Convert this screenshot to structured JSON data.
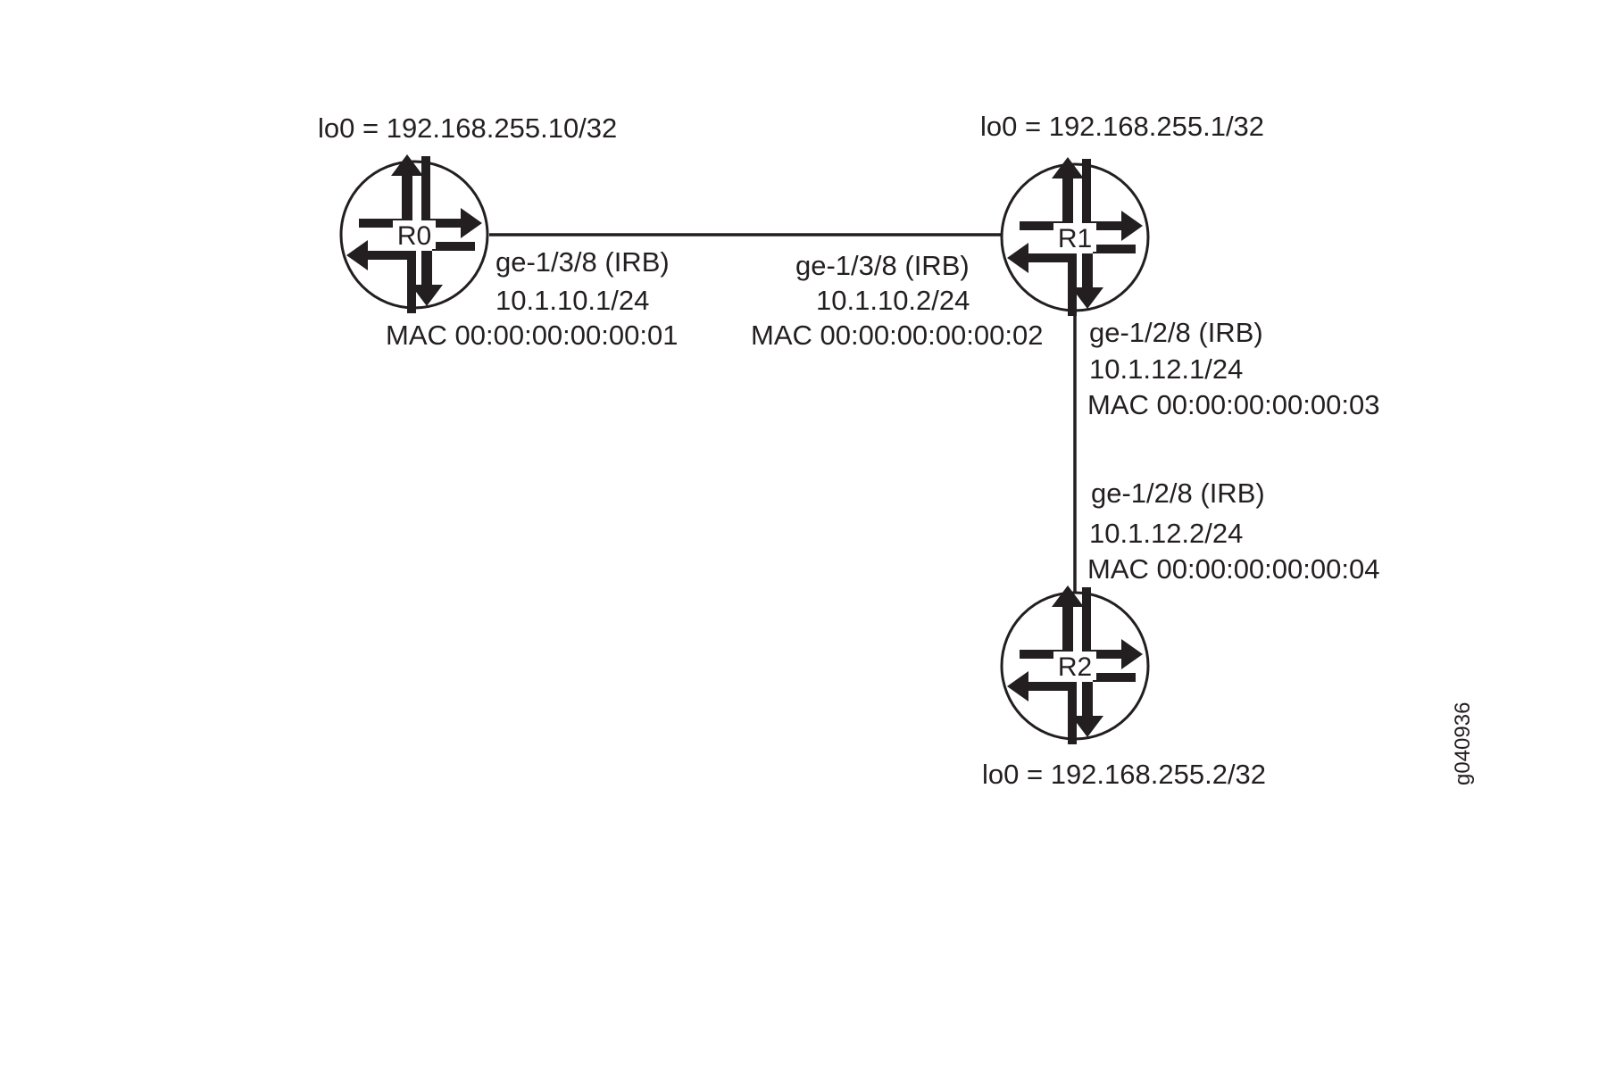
{
  "routers": {
    "r0": {
      "name": "R0",
      "loopback": "lo0 = 192.168.255.10/32"
    },
    "r1": {
      "name": "R1",
      "loopback": "lo0 = 192.168.255.1/32"
    },
    "r2": {
      "name": "R2",
      "loopback": "lo0 = 192.168.255.2/32"
    }
  },
  "links": {
    "r0_r1": {
      "r0_side": {
        "interface": "ge-1/3/8 (IRB)",
        "address": "10.1.10.1/24",
        "mac": "MAC 00:00:00:00:00:01"
      },
      "r1_side": {
        "interface": "ge-1/3/8 (IRB)",
        "address": "10.1.10.2/24",
        "mac": "MAC 00:00:00:00:00:02"
      }
    },
    "r1_r2": {
      "r1_side": {
        "interface": "ge-1/2/8 (IRB)",
        "address": "10.1.12.1/24",
        "mac": "MAC 00:00:00:00:00:03"
      },
      "r2_side": {
        "interface": "ge-1/2/8 (IRB)",
        "address": "10.1.12.2/24",
        "mac": "MAC 00:00:00:00:00:04"
      }
    }
  },
  "figure_id": "g040936",
  "icons": {
    "router": "router-icon"
  },
  "colors": {
    "ink": "#231f20",
    "background": "#ffffff"
  }
}
